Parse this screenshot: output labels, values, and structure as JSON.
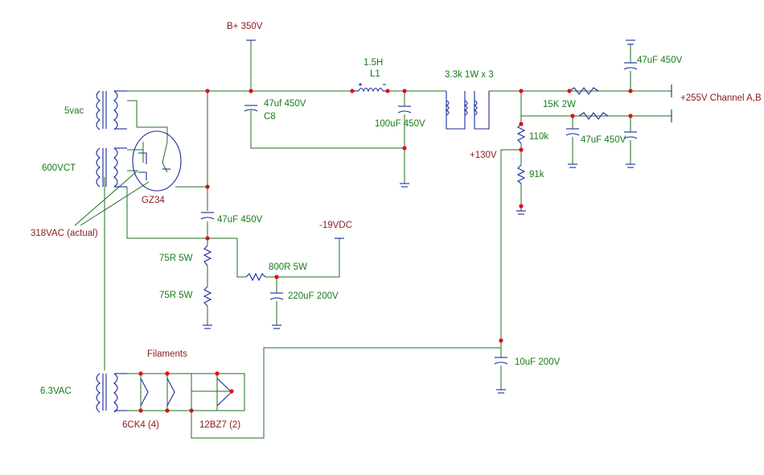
{
  "labels": {
    "bplus": "B+ 350V",
    "choke_value": "1.5H",
    "choke_ref": "L1",
    "r_series": "3.3k 1W x 3",
    "cap_top_right": "47uF 450V",
    "out_label": "+255V Channel A,B",
    "r_15k": "15K 2W",
    "cap_mid_right": "47uF 450V",
    "r_110k": "110k",
    "r_91k": "91k",
    "v130": "+130V",
    "c8_value": "47uf 450V",
    "c8_ref": "C8",
    "cap_100u": "100uF 450V",
    "xfmr_5v": "5vac",
    "xfmr_600": "600VCT",
    "rect": "GZ34",
    "v318": "318VAC (actual)",
    "cap_bias": "47uF 450V",
    "neg19": "-19VDC",
    "r_800": "800R 5W",
    "r_75a": "75R  5W",
    "r_75b": "75R  5W",
    "cap_220": "220uF 200V",
    "filaments": "Filaments",
    "xfmr_63": "6.3VAC",
    "cap_10u": "10uF 200V",
    "tube_6ck4": "6CK4 (4)",
    "tube_12bz7": "12BZ7 (2)"
  },
  "colors": {
    "wire": "#1f6f1f",
    "component": "#1a2a9a",
    "node": "#dd1111",
    "value_text": "#1a7a1a",
    "ref_text": "#8b1a1a"
  }
}
